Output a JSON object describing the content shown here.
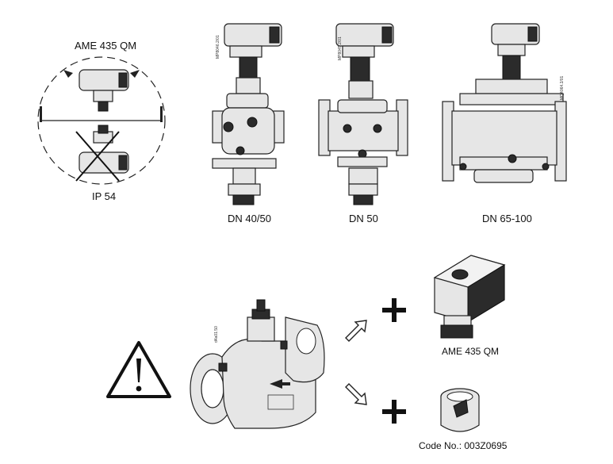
{
  "orientation": {
    "actuator_label": "AME 435 QM",
    "protection_label": "IP 54"
  },
  "valves": [
    {
      "size_label": "DN 40/50",
      "ref_code": "MP8046.2/01"
    },
    {
      "size_label": "DN 50",
      "ref_code": "MP8045.2/01"
    },
    {
      "size_label": "DN 65-100",
      "ref_code": "MQ4064.2/01"
    }
  ],
  "lower": {
    "valve_ref_code": "d4a01.50",
    "actuator_label": "AME 435 QM",
    "insert_code_label": "Code No.: 003Z0695",
    "icons": [
      "warning-triangle-icon",
      "arrow-up-right-icon",
      "arrow-down-right-icon",
      "plus-icon"
    ]
  }
}
